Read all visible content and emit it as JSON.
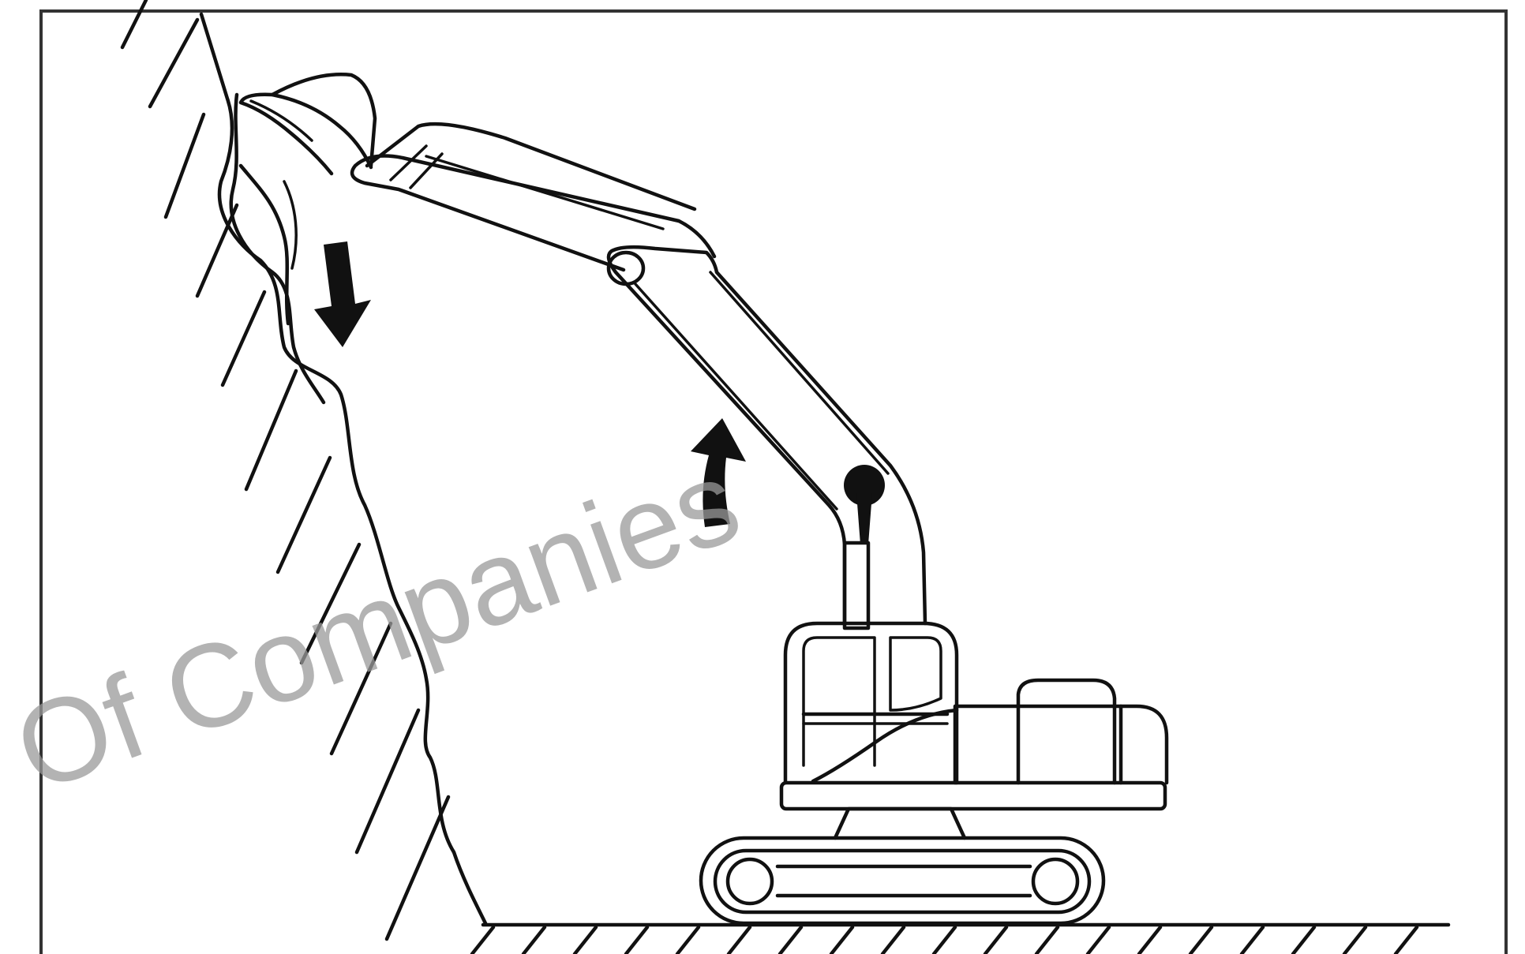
{
  "watermark": {
    "text": "Of Companies",
    "color": "#9a9a9a"
  },
  "diagram": {
    "subject": "excavator-working-against-rock-face",
    "arrows": [
      {
        "name": "boom-lower-arrow",
        "direction": "down"
      },
      {
        "name": "arm-raise-arrow",
        "direction": "up"
      }
    ],
    "ink_color": "#111111",
    "frame_color": "#333333"
  }
}
